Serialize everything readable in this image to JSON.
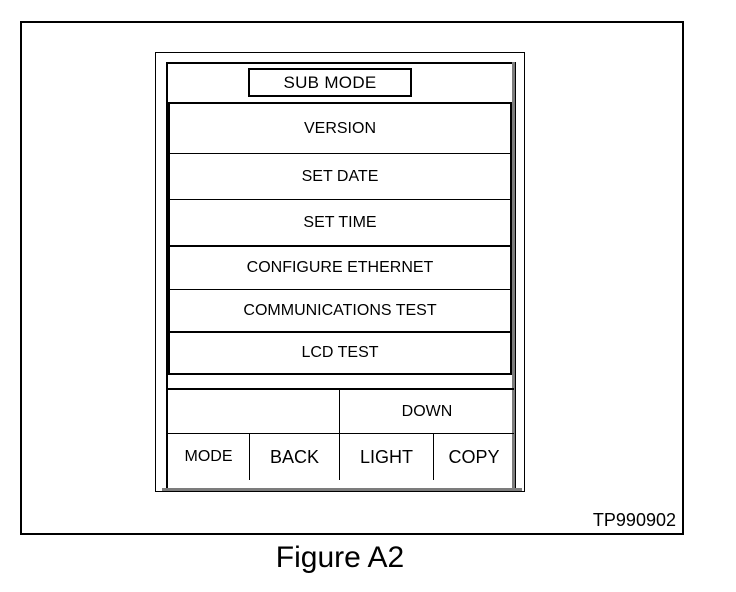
{
  "screen": {
    "sub_mode_title": "SUB MODE",
    "menu_items": [
      {
        "label": "VERSION"
      },
      {
        "label": "SET DATE"
      },
      {
        "label": "SET TIME"
      },
      {
        "label": "CONFIGURE ETHERNET"
      },
      {
        "label": "COMMUNICATIONS TEST"
      },
      {
        "label": "LCD TEST"
      }
    ]
  },
  "buttons": {
    "top_left": "",
    "down": "DOWN",
    "mode": "MODE",
    "back": "BACK",
    "light": "LIGHT",
    "copy": "COPY"
  },
  "figure": {
    "reference_code": "TP990902",
    "caption": "Figure A2"
  }
}
